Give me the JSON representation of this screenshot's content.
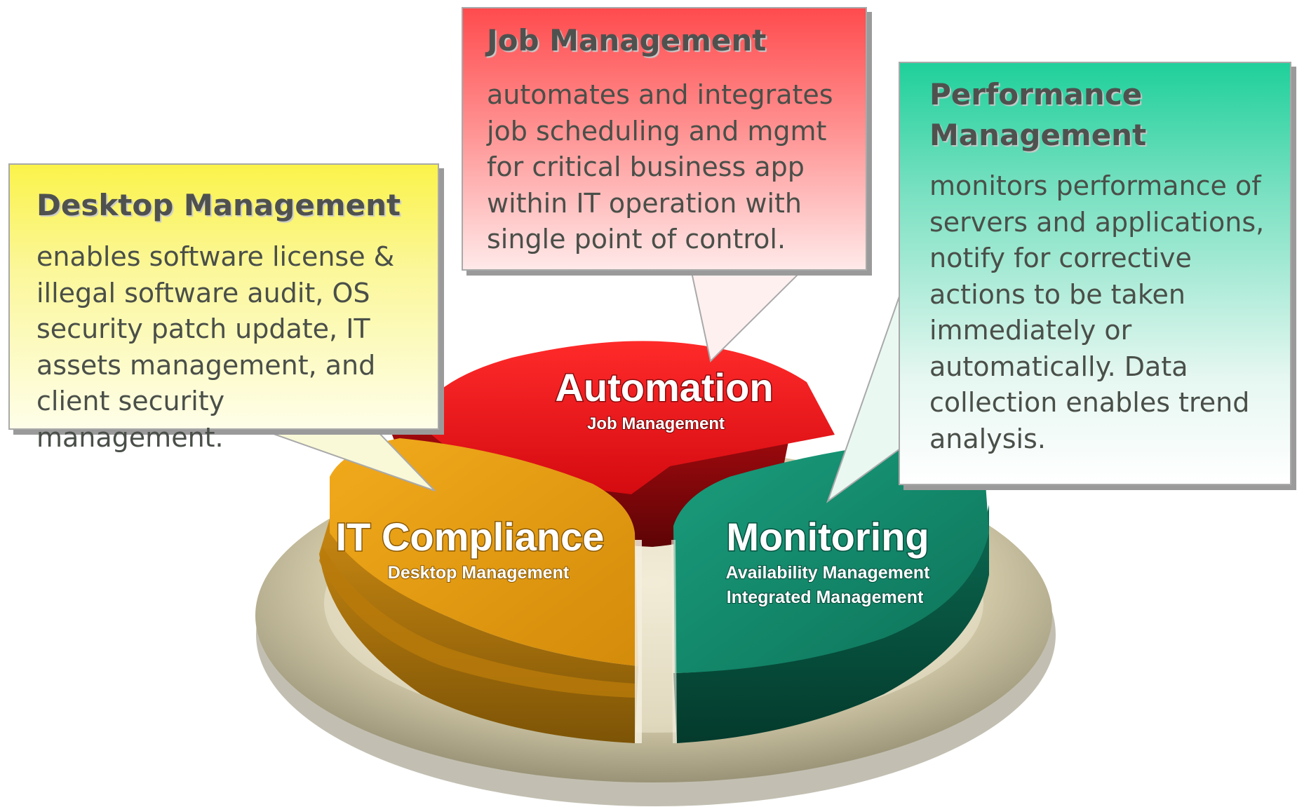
{
  "callouts": {
    "desktop": {
      "title": "Desktop Management",
      "body": "enables software license &\nillegal software audit, OS\nsecurity patch update, IT\nassets management, and\nclient security management."
    },
    "job": {
      "title": "Job Management",
      "body": "automates and integrates\njob scheduling and mgmt\nfor critical business app\nwithin IT operation with\nsingle point of control."
    },
    "performance": {
      "title": "Performance\nManagement",
      "body": "monitors performance of\nservers and applications,\nnotify for corrective\nactions to be taken\nimmediately or\nautomatically. Data\ncollection enables trend\nanalysis."
    }
  },
  "segments": {
    "automation": {
      "title": "Automation",
      "subtitle": "Job Management",
      "color": "#e8141a"
    },
    "compliance": {
      "title": "IT Compliance",
      "subtitle": "Desktop Management",
      "color": "#d9920b"
    },
    "monitoring": {
      "title": "Monitoring",
      "subtitle_1": "Availability Management",
      "subtitle_2": "Integrated Management",
      "color": "#12856a"
    }
  }
}
